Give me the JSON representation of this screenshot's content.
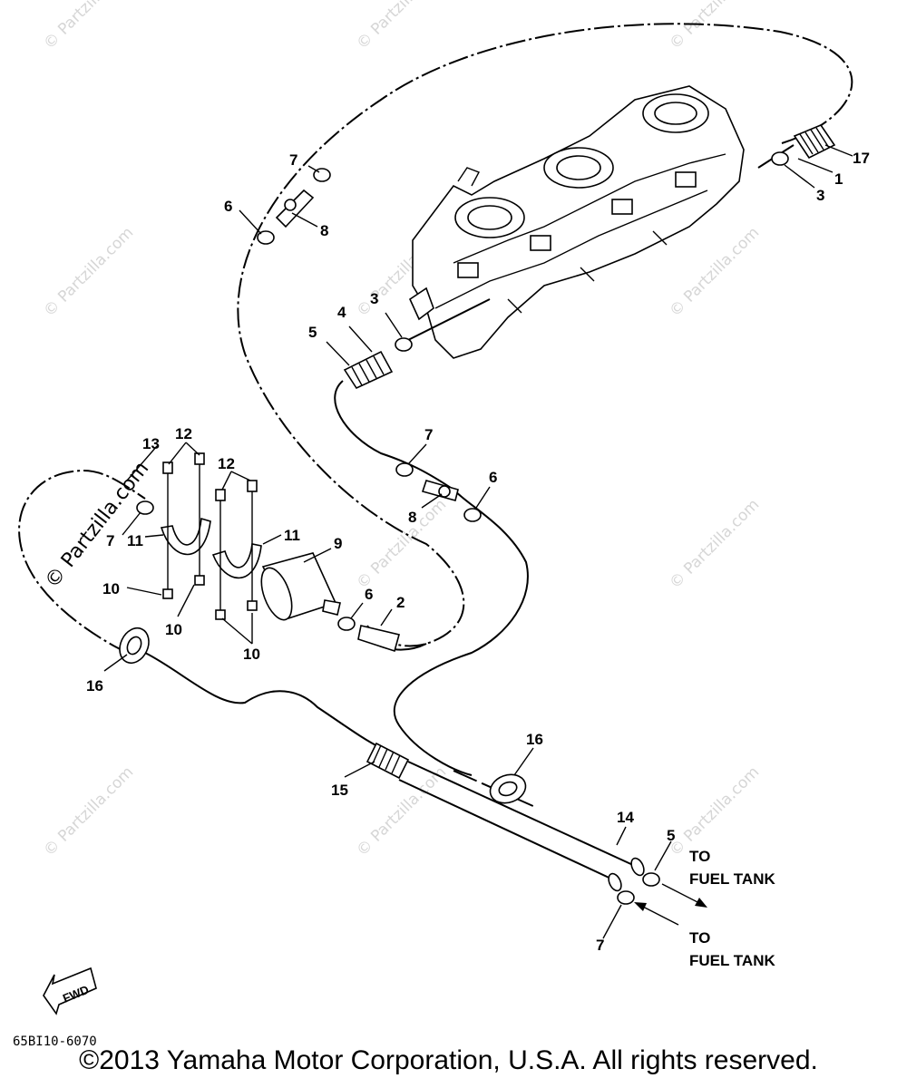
{
  "callouts": {
    "c1": "1",
    "c2": "2",
    "c3a": "3",
    "c3b": "3",
    "c4": "4",
    "c5a": "5",
    "c5b": "5",
    "c6a": "6",
    "c6b": "6",
    "c6c": "6",
    "c7a": "7",
    "c7b": "7",
    "c7c": "7",
    "c7d": "7",
    "c8a": "8",
    "c8b": "8",
    "c9": "9",
    "c10a": "10",
    "c10b": "10",
    "c10c": "10",
    "c11a": "11",
    "c11b": "11",
    "c12a": "12",
    "c12b": "12",
    "c13": "13",
    "c14": "14",
    "c15": "15",
    "c16a": "16",
    "c16b": "16",
    "c17": "17"
  },
  "destinations": {
    "upper_line1": "TO",
    "upper_line2": "FUEL TANK",
    "lower_line1": "TO",
    "lower_line2": "FUEL TANK"
  },
  "fwd_label": "FWD",
  "drawing_code": "65BI10-6070",
  "watermark": "© Partzilla.com",
  "copyright": "©2013  Yamaha Motor Corporation, U.S.A. All rights reserved.",
  "colors": {
    "ink": "#000000",
    "watermark": "#d6d6d6",
    "background": "#ffffff"
  }
}
